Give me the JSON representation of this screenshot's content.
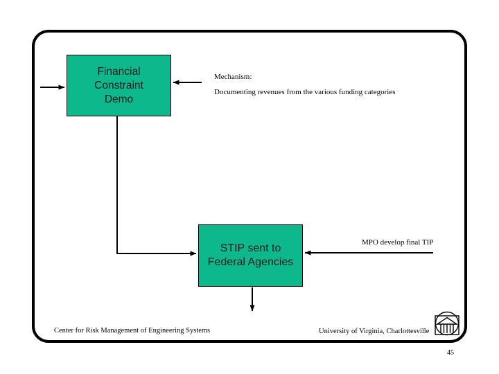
{
  "slide": {
    "page_number": "45",
    "footer": {
      "left": "Center for Risk Management of Engineering Systems",
      "right": "University of Virginia, Charlottesville"
    }
  },
  "diagram": {
    "financial_box": {
      "line1": "Financial",
      "line2": "Constraint",
      "line3": "Demo"
    },
    "stip_box": {
      "line1": "STIP sent to",
      "line2": "Federal Agencies"
    },
    "mechanism_note": {
      "title": "Mechanism:",
      "body": "Documenting revenues from the various funding categories"
    },
    "mpo_label": "MPO develop final TIP",
    "icons": {
      "logo": "uva-rotunda-logo"
    }
  },
  "colors": {
    "box_fill": "#0db98c",
    "box_border": "#000000",
    "connector": "#000000",
    "slide_border": "#000000",
    "background": "#ffffff"
  }
}
